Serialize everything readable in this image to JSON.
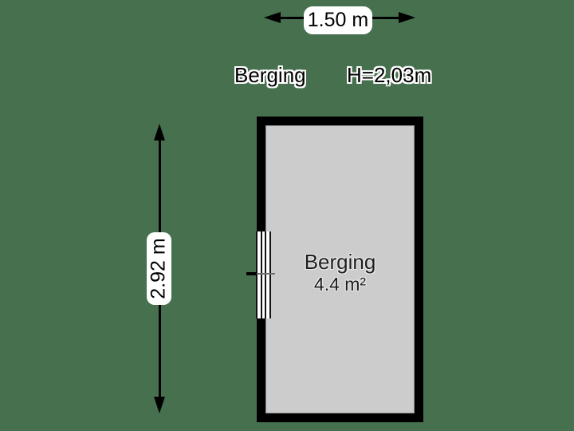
{
  "canvas": {
    "background_color": "#47714E",
    "wall_color": "#000000",
    "floor_color": "#CCCCCC",
    "label_box_color": "#FFFFFF"
  },
  "header": {
    "room_name": "Berging",
    "ceiling_height": "H=2,03m"
  },
  "dimensions": {
    "horizontal": {
      "label": "1.50 m"
    },
    "vertical": {
      "label": "2.92 m"
    }
  },
  "room": {
    "name": "Berging",
    "area": "4.4 m²"
  }
}
